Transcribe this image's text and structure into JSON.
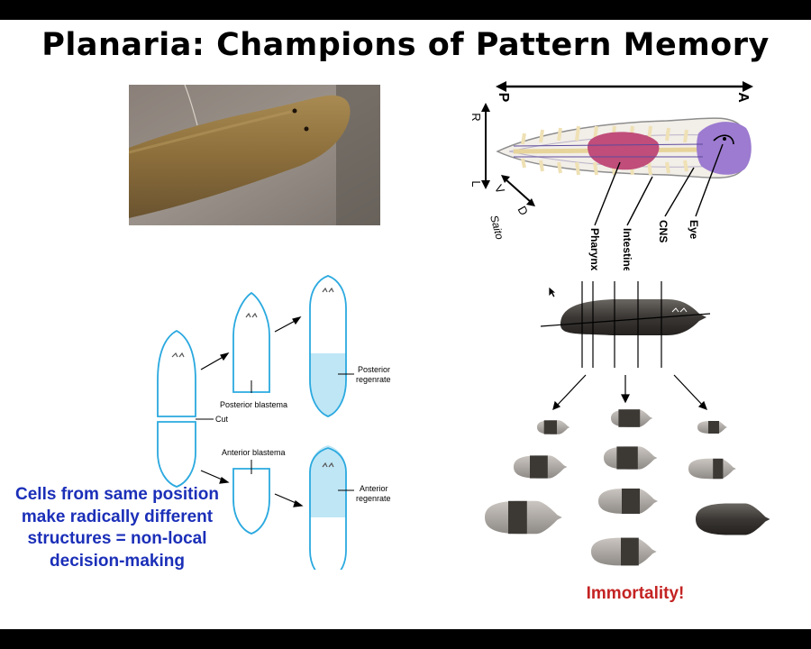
{
  "slide": {
    "title": "Planaria: Champions of Pattern Memory",
    "caption": "Cells from same position make radically different structures = non-local decision-making",
    "tagline": "Immortality!"
  },
  "anatomy_diagram": {
    "axis_posterior": "P",
    "axis_anterior": "A",
    "axis_right": "R",
    "axis_left": "L",
    "axis_ventral": "V",
    "axis_dorsal": "D",
    "signature": "Saito",
    "labels": [
      "Pharynx",
      "Intestine",
      "CNS",
      "Eye"
    ]
  },
  "regeneration_diagram": {
    "cut_label": "Cut",
    "posterior_blastema": "Posterior blastema",
    "anterior_blastema": "Anterior blastema",
    "posterior_regenerate": [
      "Posterior",
      "regenrate"
    ],
    "anterior_regenerate": [
      "Anterior",
      "regenrate"
    ]
  },
  "colors": {
    "caption": "#1b2fb8",
    "tagline": "#c42323",
    "outline": "#2aa9df",
    "regenerate_fill": "#bfe6f5"
  }
}
